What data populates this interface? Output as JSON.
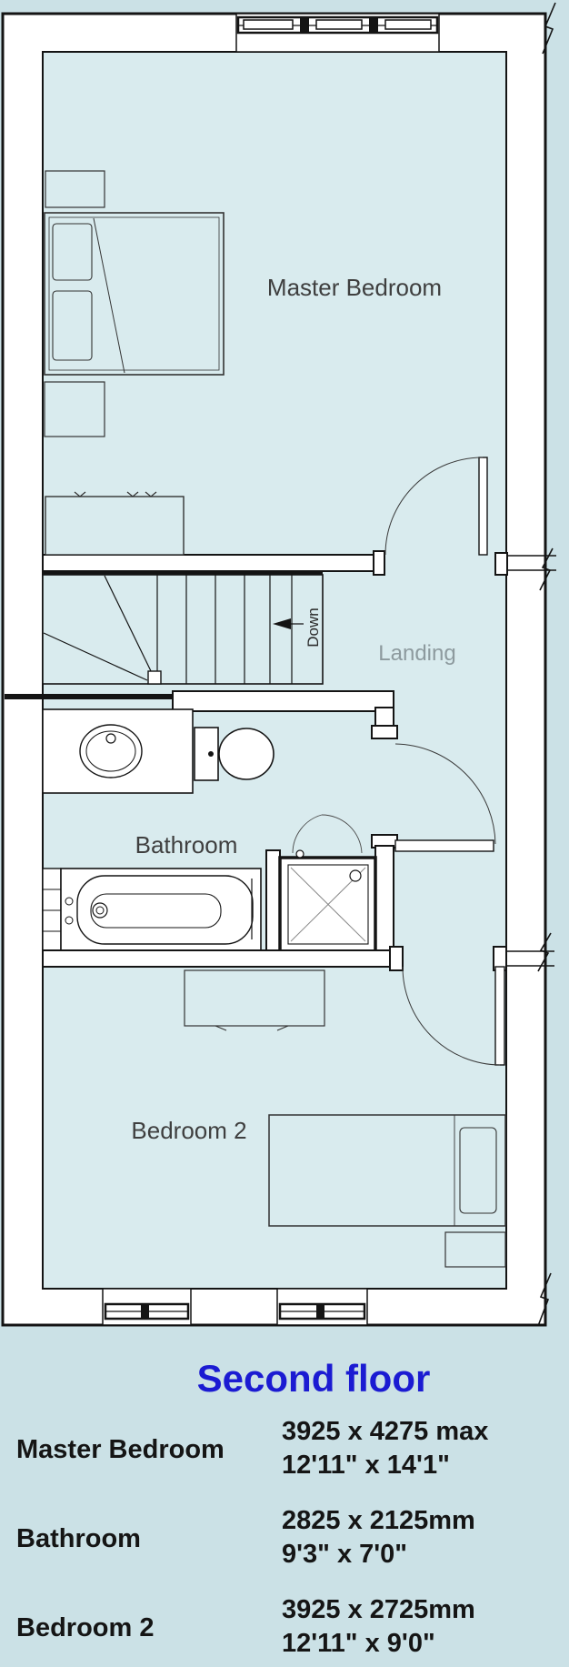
{
  "plan": {
    "rooms": {
      "master": "Master Bedroom",
      "landing": "Landing",
      "bathroom": "Bathroom",
      "bedroom2": "Bedroom 2"
    },
    "stairs": {
      "down_label": "Down"
    }
  },
  "legend": {
    "title": "Second floor",
    "rows": [
      {
        "name": "Master Bedroom",
        "metric": "3925 x 4275 max",
        "imperial": "12'11\" x 14'1\""
      },
      {
        "name": "Bathroom",
        "metric": "2825 x 2125mm",
        "imperial": "9'3\" x 7'0\""
      },
      {
        "name": "Bedroom 2",
        "metric": "3925 x 2725mm",
        "imperial": "12'11\" x 9'0\""
      }
    ]
  },
  "colors": {
    "page_bg": "#cbe1e6",
    "floor": "#d9ebee",
    "wall_fill": "#ffffff",
    "line": "#141414",
    "title_blue": "#1b1bd2",
    "label_gray": "#3f3f3f",
    "landing_gray": "#8d9a9e"
  }
}
